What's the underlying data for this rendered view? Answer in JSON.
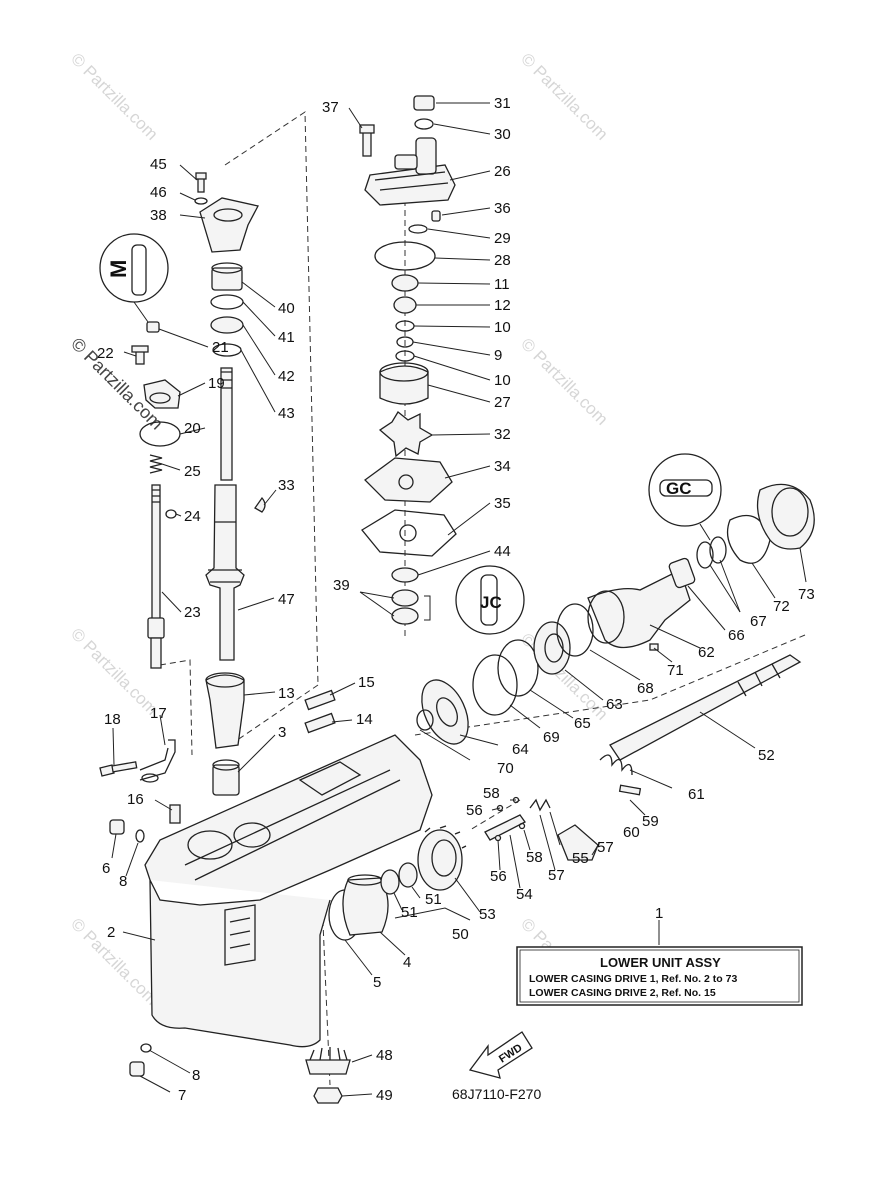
{
  "watermarks": [
    "© Partzilla.com"
  ],
  "callouts": [
    {
      "id": "c31",
      "label": "31"
    },
    {
      "id": "c30",
      "label": "30"
    },
    {
      "id": "c26",
      "label": "26"
    },
    {
      "id": "c36",
      "label": "36"
    },
    {
      "id": "c29",
      "label": "29"
    },
    {
      "id": "c28",
      "label": "28"
    },
    {
      "id": "c11",
      "label": "11"
    },
    {
      "id": "c12",
      "label": "12"
    },
    {
      "id": "c10a",
      "label": "10"
    },
    {
      "id": "c9",
      "label": "9"
    },
    {
      "id": "c10b",
      "label": "10"
    },
    {
      "id": "c27",
      "label": "27"
    },
    {
      "id": "c32",
      "label": "32"
    },
    {
      "id": "c34",
      "label": "34"
    },
    {
      "id": "c35",
      "label": "35"
    },
    {
      "id": "c44",
      "label": "44"
    },
    {
      "id": "c39",
      "label": "39"
    },
    {
      "id": "c37",
      "label": "37"
    },
    {
      "id": "c45",
      "label": "45"
    },
    {
      "id": "c46",
      "label": "46"
    },
    {
      "id": "c38",
      "label": "38"
    },
    {
      "id": "c40",
      "label": "40"
    },
    {
      "id": "c41",
      "label": "41"
    },
    {
      "id": "c42",
      "label": "42"
    },
    {
      "id": "c43",
      "label": "43"
    },
    {
      "id": "c21",
      "label": "21"
    },
    {
      "id": "c22",
      "label": "22"
    },
    {
      "id": "c19",
      "label": "19"
    },
    {
      "id": "c20",
      "label": "20"
    },
    {
      "id": "c25",
      "label": "25"
    },
    {
      "id": "c24",
      "label": "24"
    },
    {
      "id": "c23",
      "label": "23"
    },
    {
      "id": "c33",
      "label": "33"
    },
    {
      "id": "c47",
      "label": "47"
    },
    {
      "id": "c13",
      "label": "13"
    },
    {
      "id": "c15",
      "label": "15"
    },
    {
      "id": "c14",
      "label": "14"
    },
    {
      "id": "c3",
      "label": "3"
    },
    {
      "id": "c18",
      "label": "18"
    },
    {
      "id": "c17",
      "label": "17"
    },
    {
      "id": "c16",
      "label": "16"
    },
    {
      "id": "c6",
      "label": "6"
    },
    {
      "id": "c8a",
      "label": "8"
    },
    {
      "id": "c2",
      "label": "2"
    },
    {
      "id": "c4",
      "label": "4"
    },
    {
      "id": "c5",
      "label": "5"
    },
    {
      "id": "c8b",
      "label": "8"
    },
    {
      "id": "c7",
      "label": "7"
    },
    {
      "id": "c48",
      "label": "48"
    },
    {
      "id": "c49",
      "label": "49"
    },
    {
      "id": "c51a",
      "label": "51"
    },
    {
      "id": "c51b",
      "label": "51"
    },
    {
      "id": "c50",
      "label": "50"
    },
    {
      "id": "c53",
      "label": "53"
    },
    {
      "id": "c54",
      "label": "54"
    },
    {
      "id": "c56a",
      "label": "56"
    },
    {
      "id": "c56b",
      "label": "56"
    },
    {
      "id": "c58a",
      "label": "58"
    },
    {
      "id": "c58b",
      "label": "58"
    },
    {
      "id": "c57a",
      "label": "57"
    },
    {
      "id": "c57b",
      "label": "57"
    },
    {
      "id": "c55",
      "label": "55"
    },
    {
      "id": "c60",
      "label": "60"
    },
    {
      "id": "c59",
      "label": "59"
    },
    {
      "id": "c61",
      "label": "61"
    },
    {
      "id": "c52",
      "label": "52"
    },
    {
      "id": "c70",
      "label": "70"
    },
    {
      "id": "c64",
      "label": "64"
    },
    {
      "id": "c69",
      "label": "69"
    },
    {
      "id": "c65",
      "label": "65"
    },
    {
      "id": "c63",
      "label": "63"
    },
    {
      "id": "c68",
      "label": "68"
    },
    {
      "id": "c71",
      "label": "71"
    },
    {
      "id": "c62",
      "label": "62"
    },
    {
      "id": "c66",
      "label": "66"
    },
    {
      "id": "c67",
      "label": "67"
    },
    {
      "id": "c72",
      "label": "72"
    },
    {
      "id": "c73",
      "label": "73"
    },
    {
      "id": "c1",
      "label": "1"
    }
  ],
  "info_box": {
    "title": "LOWER UNIT ASSY",
    "line1": "LOWER CASING DRIVE 1,   Ref. No. 2 to 73",
    "line2": "LOWER CASING DRIVE 2,   Ref. No. 15"
  },
  "fwd_label": "FWD",
  "lube_symbols": {
    "m": "M",
    "gc": "GC",
    "jc": "JC"
  },
  "diagram_code": "68J7110-F270"
}
